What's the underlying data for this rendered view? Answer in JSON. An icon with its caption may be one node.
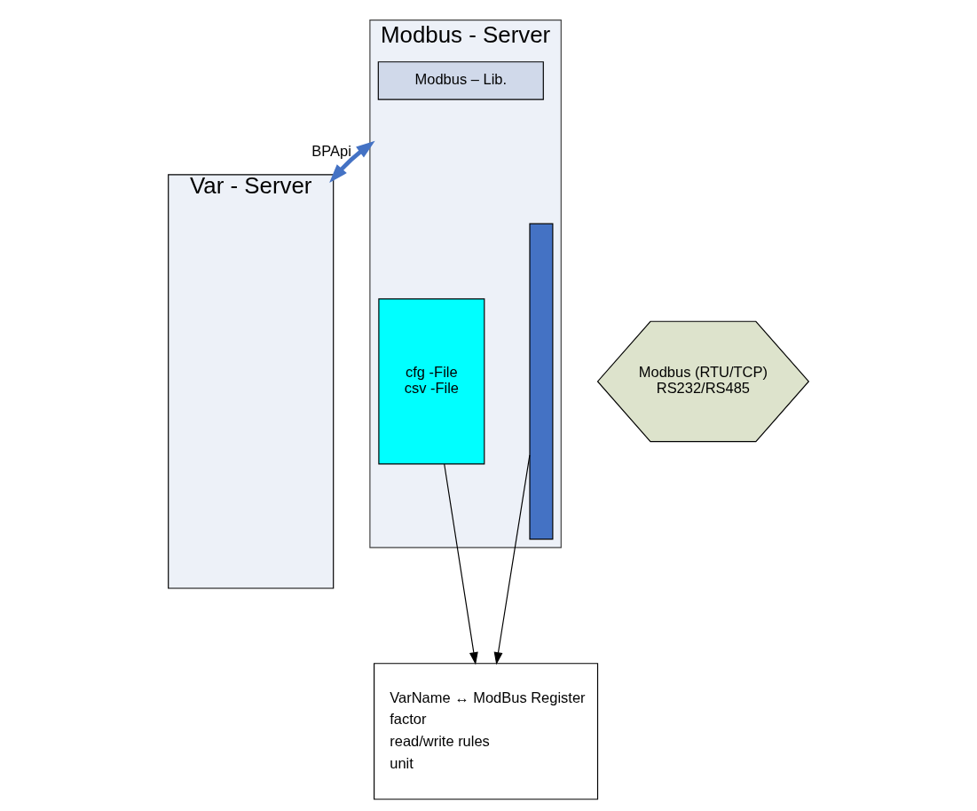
{
  "diagram": {
    "nodes": [
      {
        "text": [
          "Var - Server"
        ]
      },
      {
        "text": [
          "Modbus - Server"
        ]
      },
      {
        "text": [],
        "shape": "bar",
        "in": 1
      },
      {
        "text": [
          "Modbus – Lib."
        ],
        "in": 1
      },
      {
        "text": [
          "cfg -File csv -File"
        ],
        "in": 1
      },
      {
        "text": [
          "Modbus (RTU/TCP) RS232/RS485"
        ]
      },
      {
        "text": [
          "VarName ↔ ModBus Register",
          "factor",
          "read/write rules",
          "unit"
        ]
      }
    ],
    "edges": [
      {
        "from": 0,
        "to": 1,
        "arrow": "both",
        "label": "BPApi",
        "style": "thick",
        "color": "#4472c4"
      },
      {
        "from": 2,
        "to": 6,
        "arrow": "to"
      },
      {
        "from": 4,
        "to": 6,
        "arrow": "to"
      }
    ]
  }
}
